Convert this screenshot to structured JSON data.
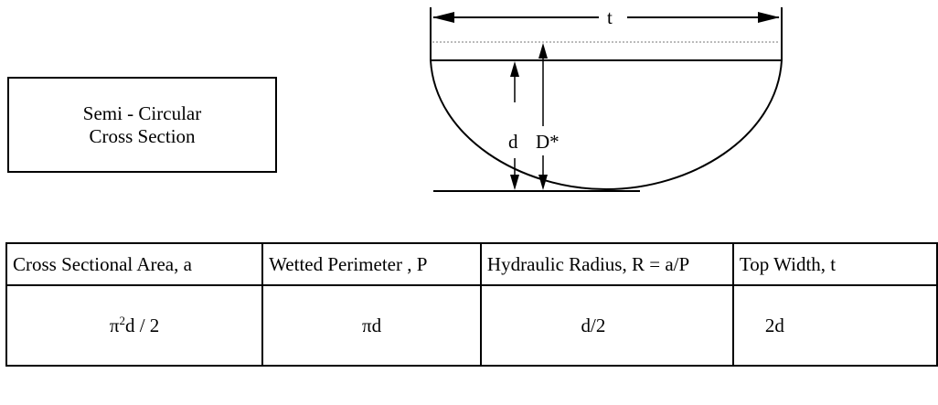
{
  "title_box": {
    "line1": "Semi - Circular",
    "line2": "Cross Section"
  },
  "diagram": {
    "top_width_label": "t",
    "depth_label": "d",
    "hydraulic_depth_label": "D*"
  },
  "table": {
    "headers": [
      "Cross Sectional Area, a",
      "Wetted Perimeter , P",
      "Hydraulic Radius, R = a/P",
      "Top Width, t"
    ],
    "values": {
      "area_base": "π",
      "area_sup": "2",
      "area_rest": "d / 2",
      "perimeter": "πd",
      "radius": "d/2",
      "top_width": "2d"
    }
  }
}
